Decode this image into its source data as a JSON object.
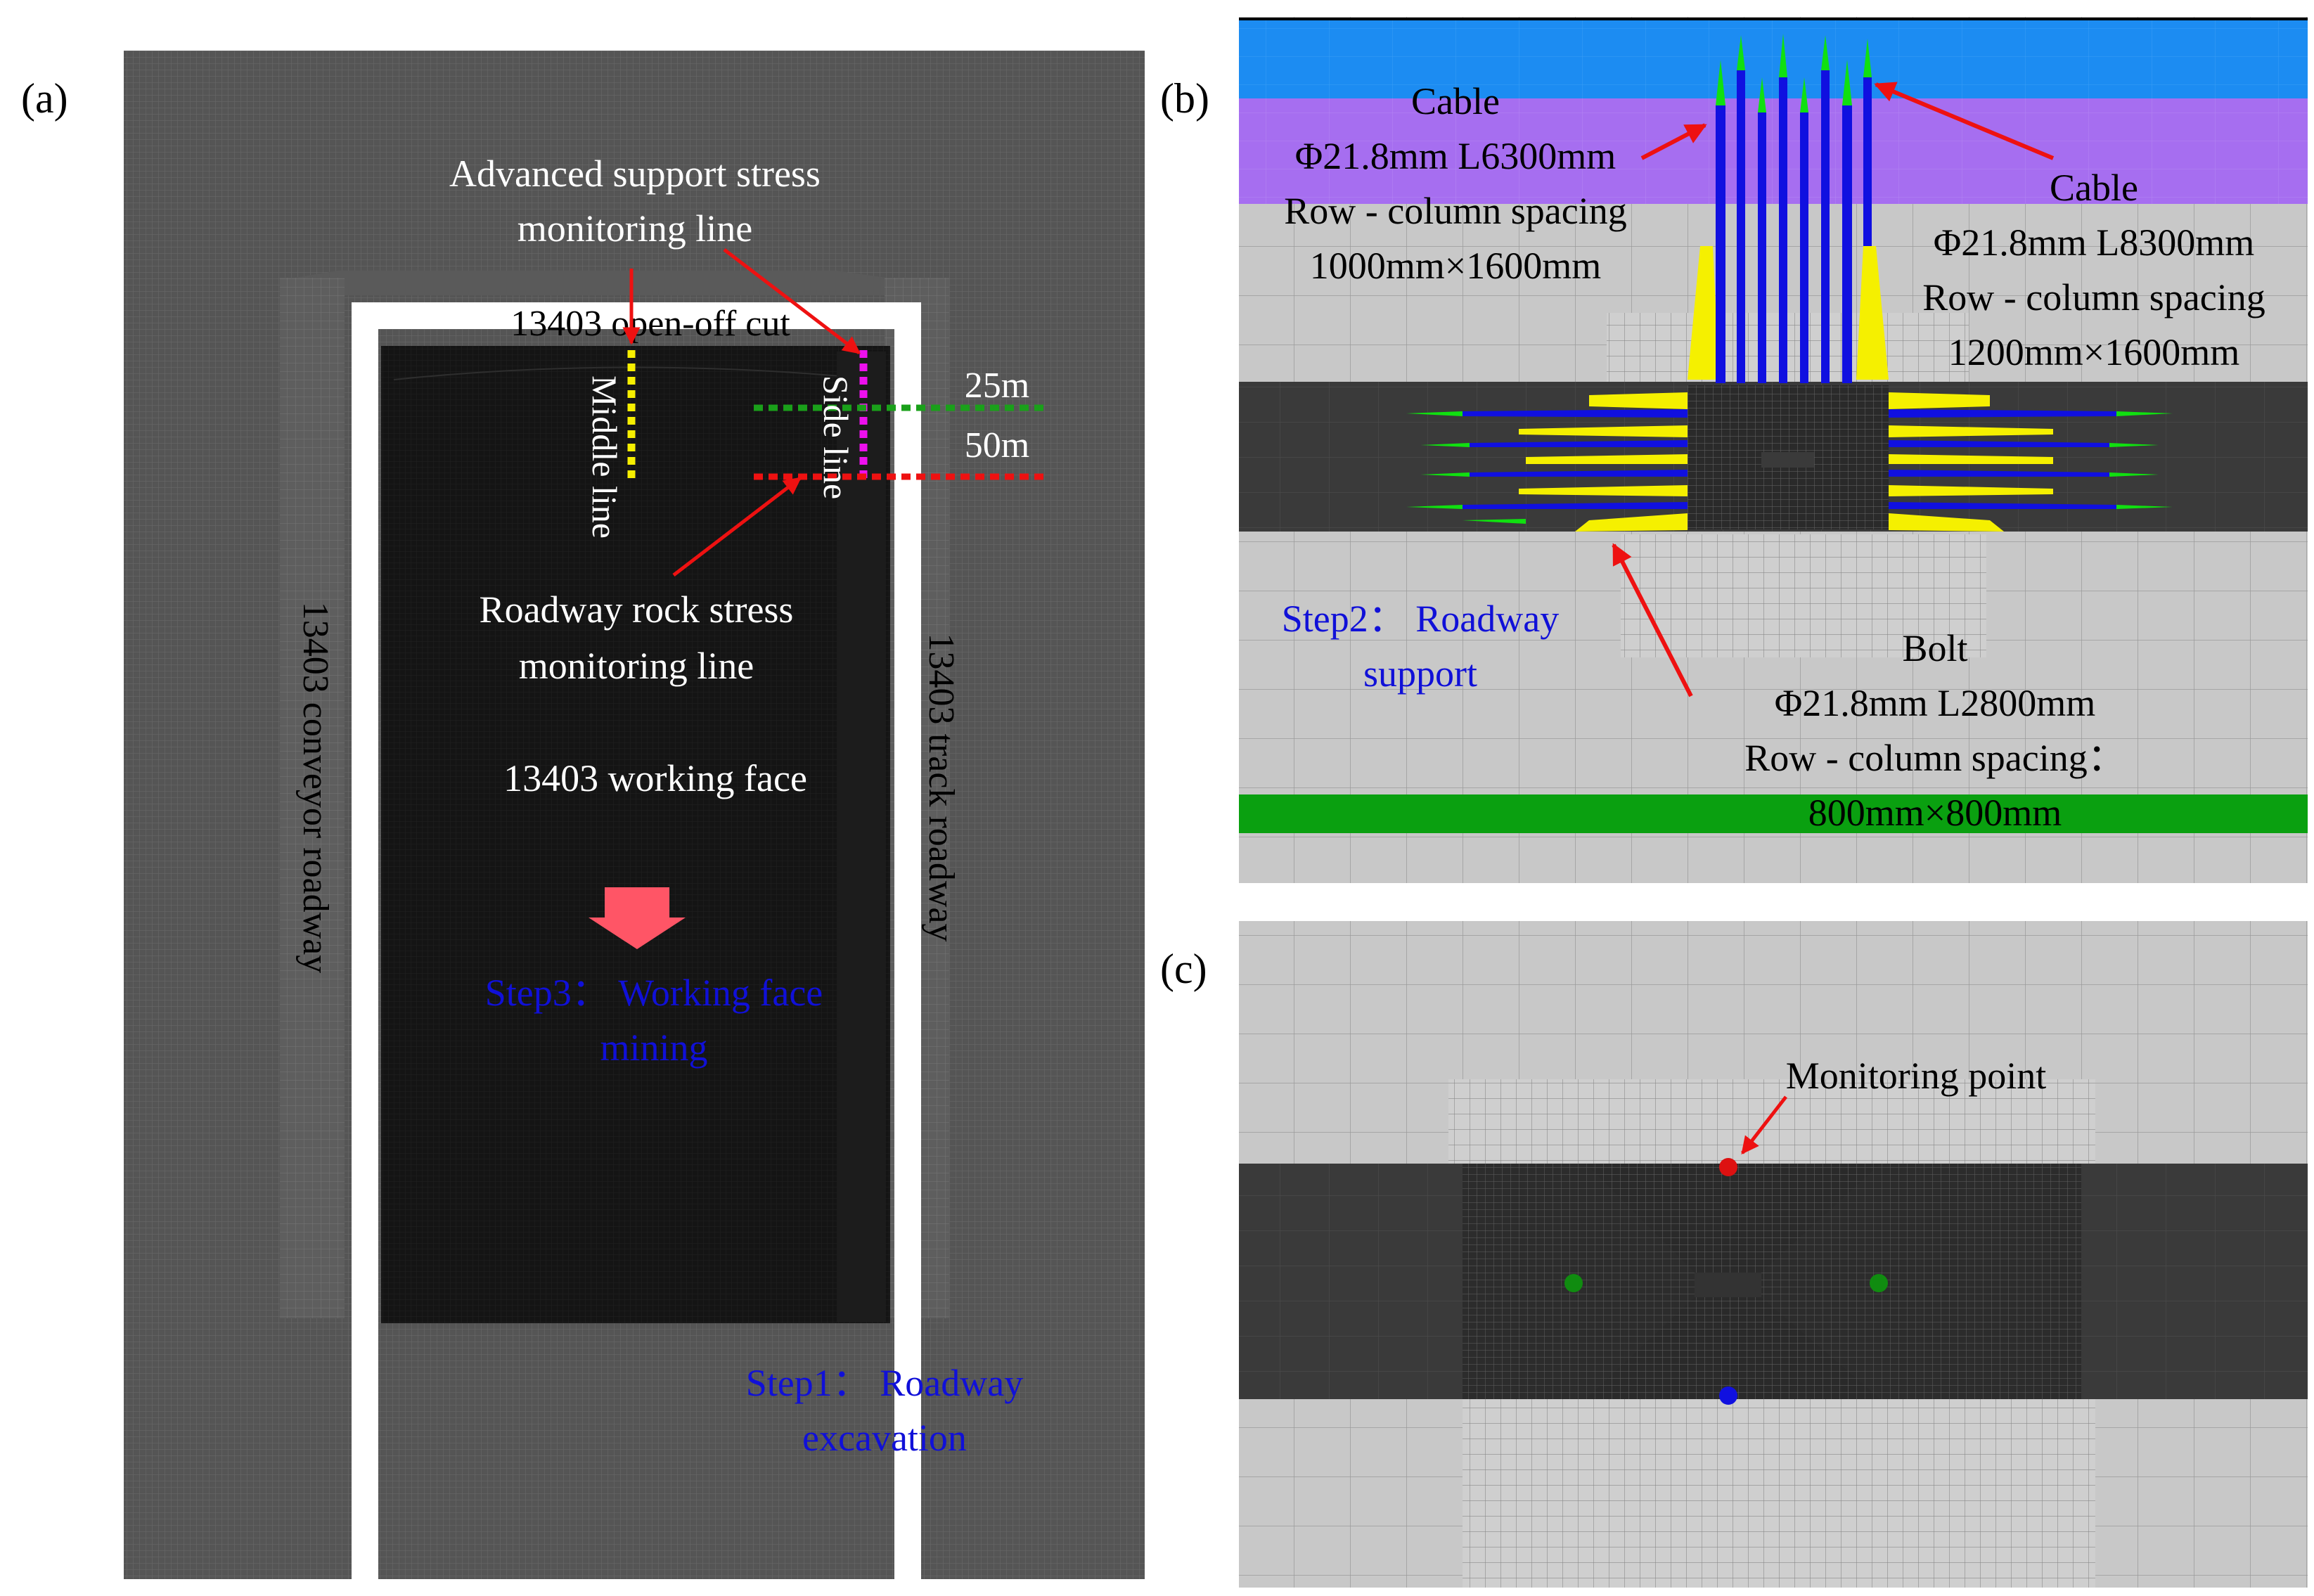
{
  "panel_a": {
    "label": "(a)",
    "advanced_support_line_1": "Advanced support stress",
    "advanced_support_line_2": "monitoring line",
    "open_off_cut": "13403 open-off cut",
    "middle_line": "Middle line",
    "side_line": "Side line",
    "dist_25": "25m",
    "dist_50": "50m",
    "roadway_rock_line_1": "Roadway rock stress",
    "roadway_rock_line_2": "monitoring line",
    "working_face": "13403 working face",
    "conveyor_roadway": "13403 conveyor roadway",
    "track_roadway": "13403 track roadway",
    "step3_line1": "Step3： Working face",
    "step3_line2": "mining",
    "step1_line1": "Step1： Roadway",
    "step1_line2": "excavation"
  },
  "panel_b": {
    "label": "(b)",
    "cable_left_title": "Cable",
    "cable_left_spec": "Φ21.8mm L6300mm",
    "cable_left_spacing_label": "Row - column spacing",
    "cable_left_spacing": "1000mm×1600mm",
    "cable_right_title": "Cable",
    "cable_right_spec": "Φ21.8mm L8300mm",
    "cable_right_spacing_label": "Row - column spacing",
    "cable_right_spacing": "1200mm×1600mm",
    "step2_line1": "Step2： Roadway",
    "step2_line2": "support",
    "bolt_title": "Bolt",
    "bolt_spec": "Φ21.8mm L2800mm",
    "bolt_spacing_label": "Row - column spacing：",
    "bolt_spacing": "800mm×800mm"
  },
  "panel_c": {
    "label": "(c)",
    "monitoring_point": "Monitoring point"
  },
  "colors": {
    "mesh_dark": "#4a4a4a",
    "face_black": "#121212",
    "rock_light": "#c8c8c8",
    "coal_dark": "#3a3a3a",
    "layer_blue": "#1c8cf2",
    "layer_purple": "#a66ef0",
    "layer_green": "#0aa010",
    "cable_blue": "#1010e0",
    "cable_green": "#10e010",
    "bolt_yellow": "#f5f000",
    "arrow_red": "#ee1111",
    "step_text_blue": "#1010d8",
    "excavation_arrow": "#ff5566",
    "point_red": "#dd1111",
    "point_green": "#108c10",
    "point_blue": "#1010e0"
  }
}
